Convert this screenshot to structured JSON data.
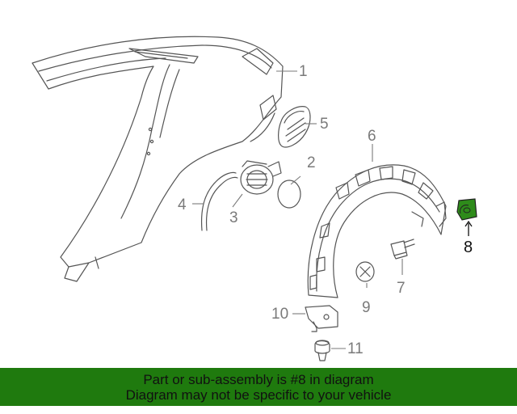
{
  "callouts": {
    "c1": "1",
    "c2": "2",
    "c3": "3",
    "c4": "4",
    "c5": "5",
    "c6": "6",
    "c7": "7",
    "c8": "8",
    "c9": "9",
    "c10": "10",
    "c11": "11"
  },
  "highlight": {
    "part_number": "8",
    "color": "#2e8b1a"
  },
  "banner": {
    "line1": "Part or sub-assembly is #8 in diagram",
    "line2": "Diagram may not be specific to your vehicle",
    "background": "#1f7a0e"
  }
}
